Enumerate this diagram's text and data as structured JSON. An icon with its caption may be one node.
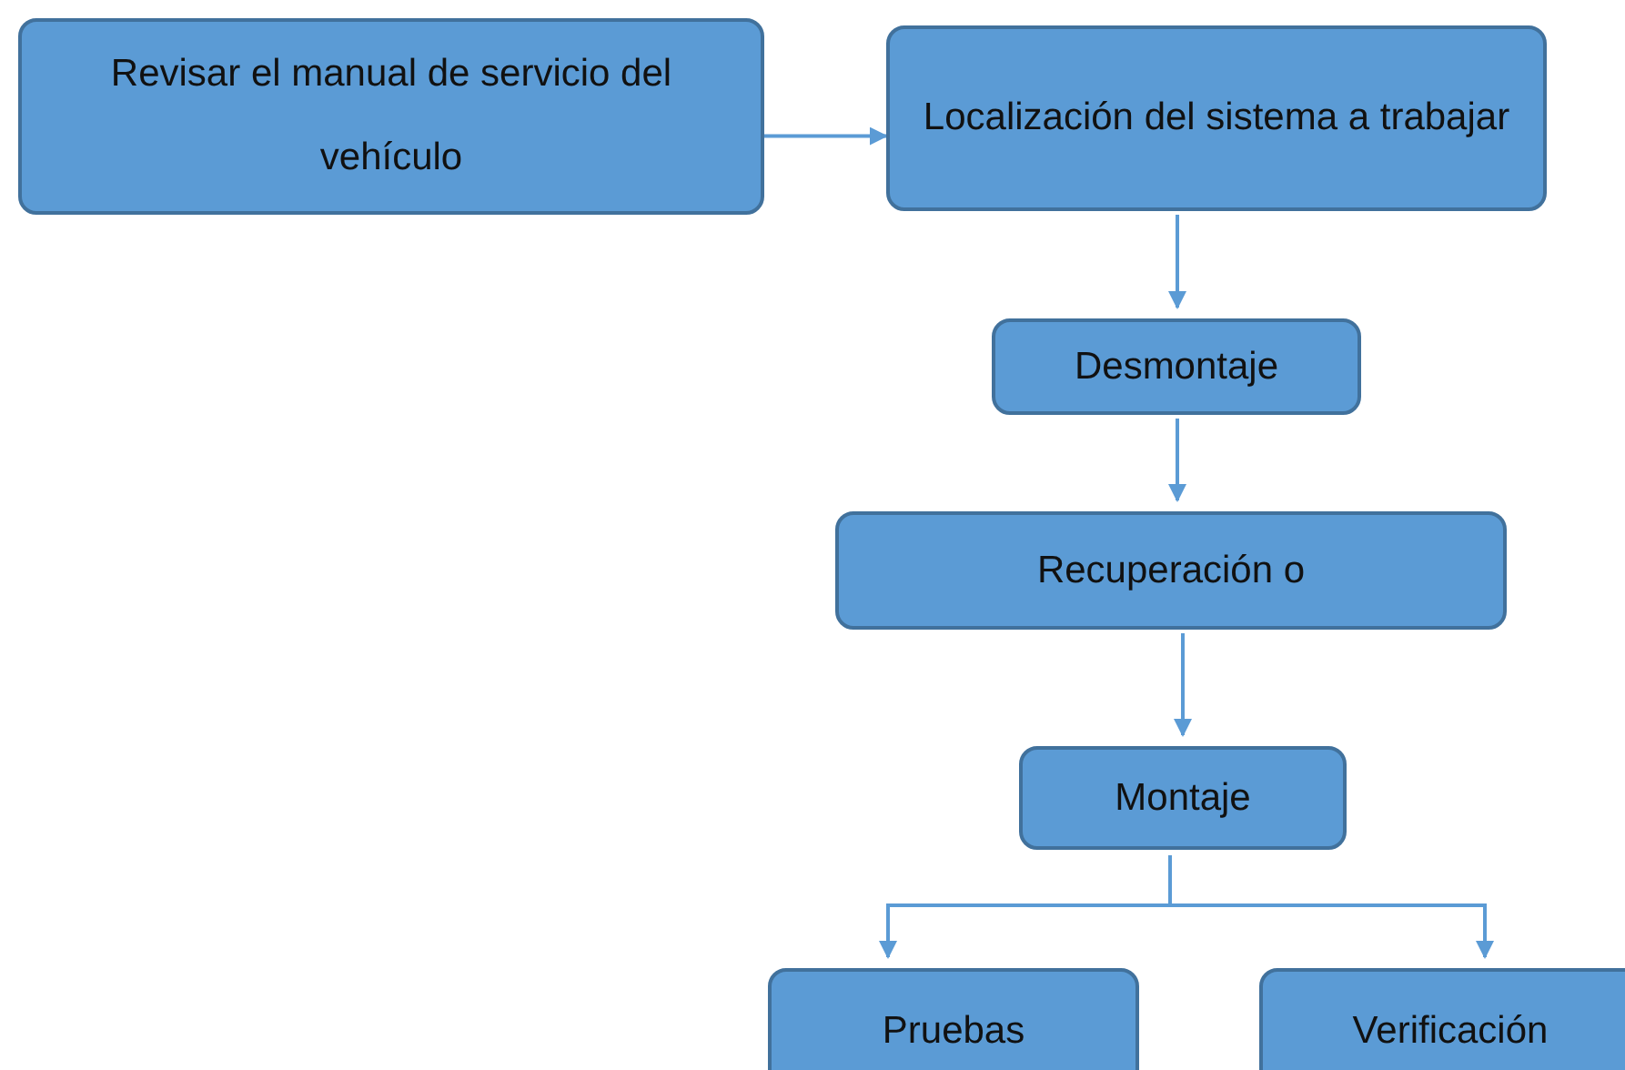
{
  "diagram": {
    "nodes": [
      {
        "text": [
          "Revisar el manual de servicio del vehículo"
        ]
      },
      {
        "text": [
          "Localización del sistema a trabajar"
        ]
      },
      {
        "text": [
          "Desmontaje"
        ]
      },
      {
        "text": [
          "Recuperación o"
        ]
      },
      {
        "text": [
          "Montaje"
        ]
      },
      {
        "text": [
          "Pruebas"
        ]
      },
      {
        "text": [
          "Verificación"
        ]
      }
    ],
    "edges": [
      {
        "from": 0,
        "to": 1,
        "arrow": "to"
      },
      {
        "from": 1,
        "to": 2,
        "arrow": "to"
      },
      {
        "from": 2,
        "to": 3,
        "arrow": "to"
      },
      {
        "from": 3,
        "to": 4,
        "arrow": "to"
      },
      {
        "from": 4,
        "to": 5,
        "arrow": "to"
      },
      {
        "from": 4,
        "to": 6,
        "arrow": "to"
      }
    ]
  }
}
